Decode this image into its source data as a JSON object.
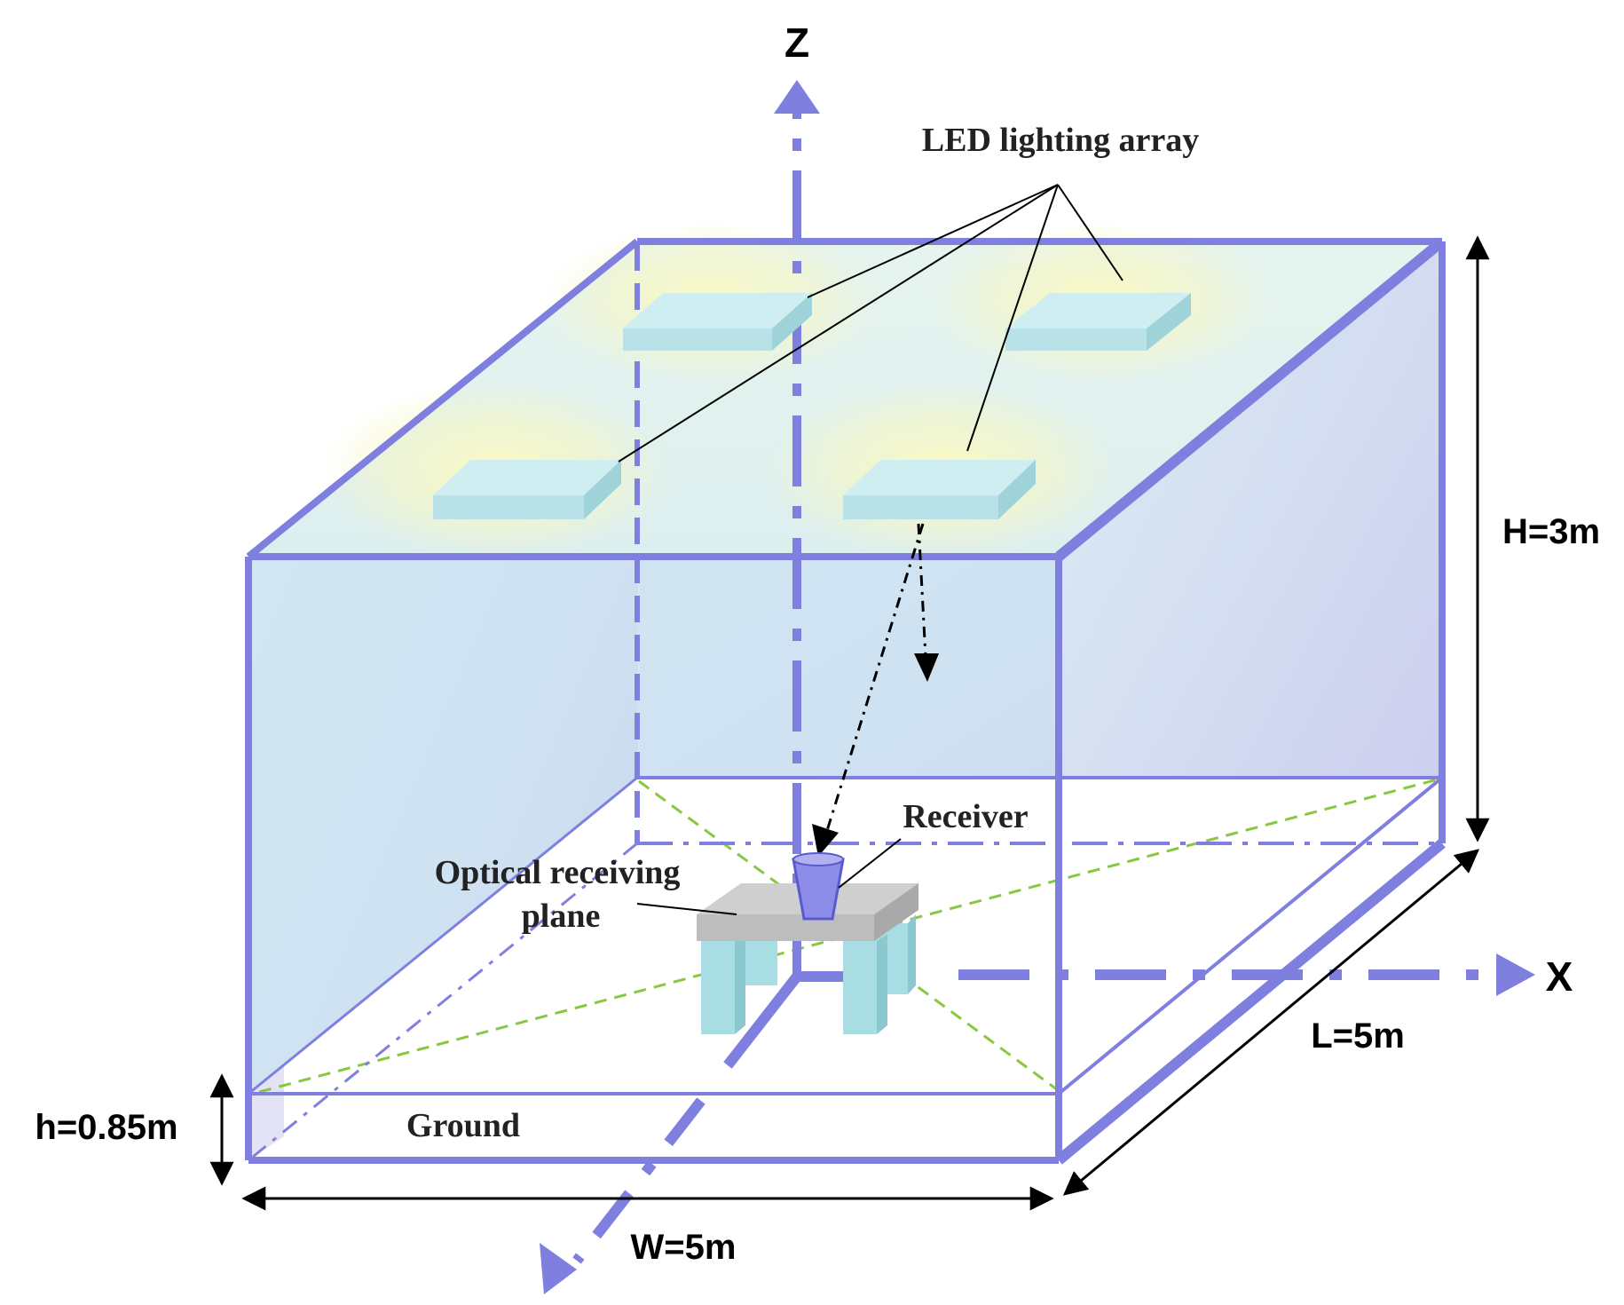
{
  "labels": {
    "led_array": "LED lighting array",
    "receiver": "Receiver",
    "optical_plane_line1": "Optical receiving",
    "optical_plane_line2": "plane",
    "ground": "Ground",
    "height": "H=3m",
    "length": "L=5m",
    "width": "W=5m",
    "table_height": "h=0.85m",
    "axis_z": "Z",
    "axis_x": "X"
  },
  "colors": {
    "room_edge": "#7f7fe0",
    "led_panel": "#b8e2e8",
    "glow": "#f5f5b0",
    "floor_diagonal": "#88c840",
    "table_top": "#c8c8c8",
    "table_leg": "#a8dde4"
  }
}
